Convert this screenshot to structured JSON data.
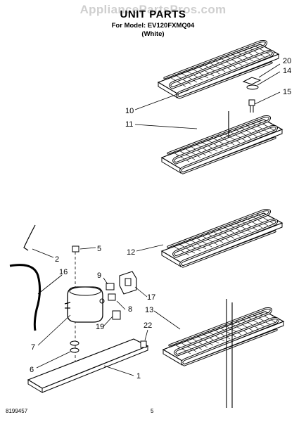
{
  "header": {
    "watermark": "AppliancePartsPros.com",
    "title": "UNIT PARTS",
    "model_line": "For Model: EV120FXMQ04",
    "color_line": "(White)"
  },
  "callouts": [
    "20",
    "14",
    "15",
    "10",
    "11",
    "12",
    "5",
    "2",
    "16",
    "9",
    "17",
    "8",
    "7",
    "19",
    "13",
    "22",
    "6",
    "1"
  ],
  "footer": {
    "doc_number": "8199457",
    "page_number": "5"
  }
}
